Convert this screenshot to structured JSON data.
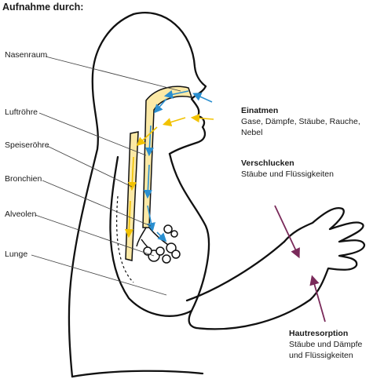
{
  "title": "Aufnahme durch:",
  "left_labels": [
    "Nasenraum",
    "Luftröhre",
    "Speiseröhre",
    "Bronchien",
    "Alveolen",
    "Lunge"
  ],
  "routes": [
    {
      "heading": "Einatmen",
      "lines": [
        "Gase, Dämpfe, Stäube, Rauche,",
        "Nebel"
      ]
    },
    {
      "heading": "Verschlucken",
      "lines": [
        "Stäube und Flüssigkeiten"
      ]
    },
    {
      "heading": "Hautresorption",
      "lines": [
        "Stäube und Dämpfe",
        "und Flüssigkeiten"
      ]
    }
  ],
  "colors": {
    "outline": "#111111",
    "airflow_arrows": "#2a8fd0",
    "swallow_arrows": "#f2c200",
    "skin_arrows": "#7a2a5a",
    "airway_fill": "#fbe9a6"
  }
}
